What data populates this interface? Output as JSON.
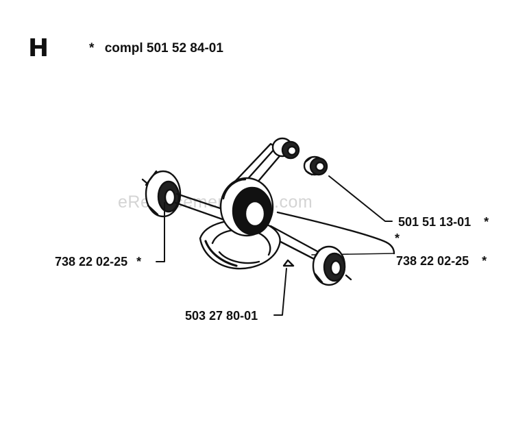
{
  "section_letter": "H",
  "assembly": {
    "asterisk": "*",
    "text": "compl 501 52 84-01"
  },
  "watermark": "eReplacementParts.com",
  "callouts": [
    {
      "id": "bearing-left",
      "part_number": "738 22 02-25",
      "marker": "*"
    },
    {
      "id": "needle-bearing",
      "part_number": "501 51 13-01",
      "marker": "*"
    },
    {
      "id": "bearing-right",
      "part_number": "738 22 02-25",
      "marker": "*"
    },
    {
      "id": "key",
      "part_number": "503 27 80-01",
      "marker": ""
    }
  ],
  "extra_marker": "*"
}
